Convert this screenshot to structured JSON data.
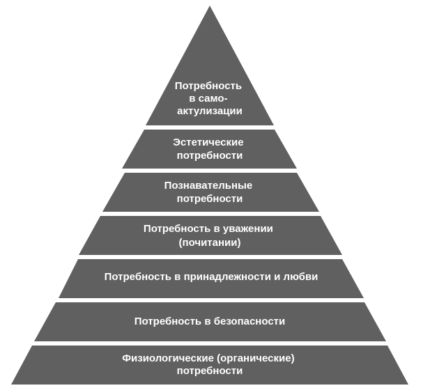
{
  "diagram": {
    "fill_color": "#606060",
    "text_color": "#ffffff",
    "levels": [
      {
        "lines": [
          "Потребность",
          "в само-",
          "актулизации"
        ]
      },
      {
        "lines": [
          "Эстетические",
          "потребности"
        ]
      },
      {
        "lines": [
          "Познавательные",
          "потребности"
        ]
      },
      {
        "lines": [
          "Потребность в уважении",
          "(почитании)"
        ]
      },
      {
        "lines": [
          "Потребность в принадлежности и любви"
        ]
      },
      {
        "lines": [
          "Потребность в безопасности"
        ]
      },
      {
        "lines": [
          "Физиологические (органические)",
          "потребности"
        ]
      }
    ]
  }
}
